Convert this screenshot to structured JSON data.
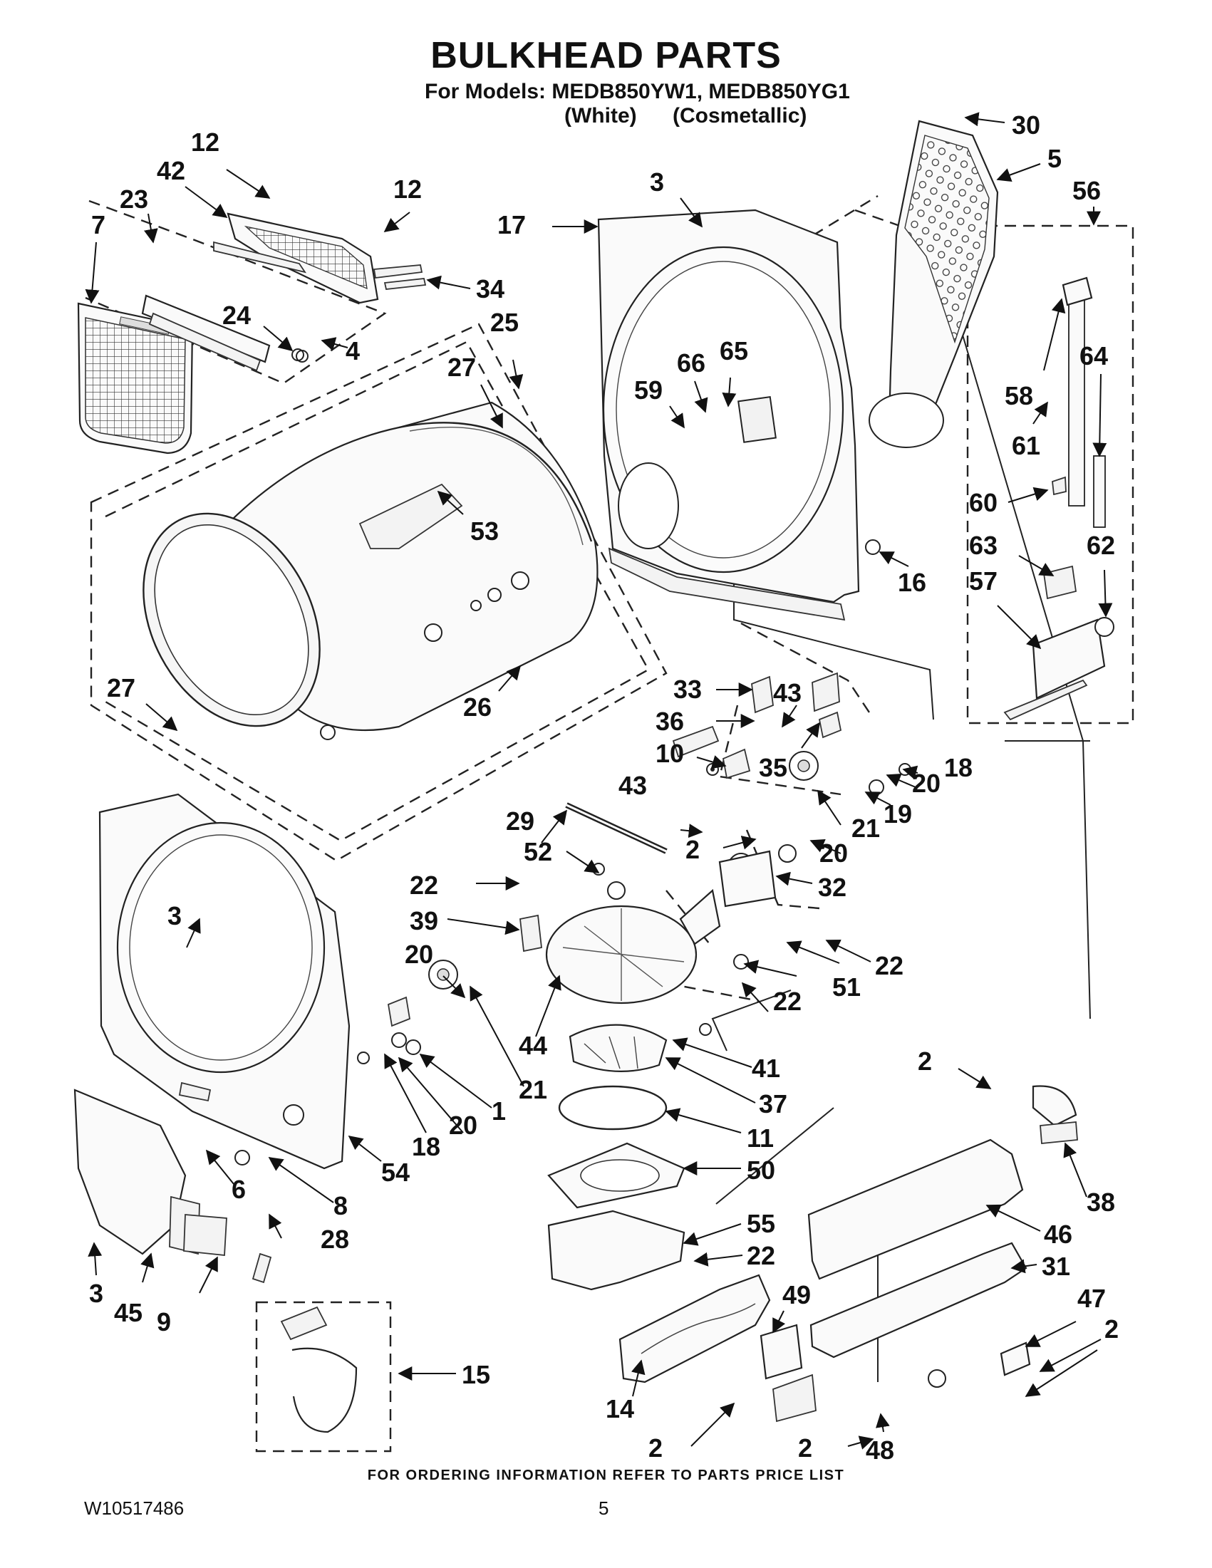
{
  "header": {
    "title": "BULKHEAD PARTS",
    "models_line": "For Models: MEDB850YW1, MEDB850YG1",
    "variant_white": "(White)",
    "variant_cosmetallic": "(Cosmetallic)"
  },
  "footer": {
    "ordering_note": "FOR ORDERING INFORMATION REFER TO PARTS PRICE LIST",
    "doc_number": "W10517486",
    "page_number": "5"
  },
  "callouts": [
    {
      "id": "c12a",
      "text": "12"
    },
    {
      "id": "c42",
      "text": "42"
    },
    {
      "id": "c23",
      "text": "23"
    },
    {
      "id": "c12b",
      "text": "12"
    },
    {
      "id": "c7",
      "text": "7"
    },
    {
      "id": "c34",
      "text": "34"
    },
    {
      "id": "c24",
      "text": "24"
    },
    {
      "id": "c4",
      "text": "4"
    },
    {
      "id": "c25",
      "text": "25"
    },
    {
      "id": "c27a",
      "text": "27"
    },
    {
      "id": "c3a",
      "text": "3"
    },
    {
      "id": "c17",
      "text": "17"
    },
    {
      "id": "c30",
      "text": "30"
    },
    {
      "id": "c5",
      "text": "5"
    },
    {
      "id": "c56",
      "text": "56"
    },
    {
      "id": "c66",
      "text": "66"
    },
    {
      "id": "c65",
      "text": "65"
    },
    {
      "id": "c59",
      "text": "59"
    },
    {
      "id": "c58",
      "text": "58"
    },
    {
      "id": "c64",
      "text": "64"
    },
    {
      "id": "c61",
      "text": "61"
    },
    {
      "id": "c60",
      "text": "60"
    },
    {
      "id": "c53",
      "text": "53"
    },
    {
      "id": "c63",
      "text": "63"
    },
    {
      "id": "c62",
      "text": "62"
    },
    {
      "id": "c16",
      "text": "16"
    },
    {
      "id": "c57",
      "text": "57"
    },
    {
      "id": "c27b",
      "text": "27"
    },
    {
      "id": "c26",
      "text": "26"
    },
    {
      "id": "c33",
      "text": "33"
    },
    {
      "id": "c43a",
      "text": "43"
    },
    {
      "id": "c36",
      "text": "36"
    },
    {
      "id": "c10",
      "text": "10"
    },
    {
      "id": "c35",
      "text": "35"
    },
    {
      "id": "c18a",
      "text": "18"
    },
    {
      "id": "c43b",
      "text": "43"
    },
    {
      "id": "c20a",
      "text": "20"
    },
    {
      "id": "c19",
      "text": "19"
    },
    {
      "id": "c29",
      "text": "29"
    },
    {
      "id": "c21a",
      "text": "21"
    },
    {
      "id": "c20b",
      "text": "20"
    },
    {
      "id": "c52",
      "text": "52"
    },
    {
      "id": "c2a",
      "text": "2"
    },
    {
      "id": "c32",
      "text": "32"
    },
    {
      "id": "c22a",
      "text": "22"
    },
    {
      "id": "c3b",
      "text": "3"
    },
    {
      "id": "c39",
      "text": "39"
    },
    {
      "id": "c22b",
      "text": "22"
    },
    {
      "id": "c51",
      "text": "51"
    },
    {
      "id": "c20c",
      "text": "20"
    },
    {
      "id": "c22c",
      "text": "22"
    },
    {
      "id": "c44",
      "text": "44"
    },
    {
      "id": "c41",
      "text": "41"
    },
    {
      "id": "c21b",
      "text": "21"
    },
    {
      "id": "c37",
      "text": "37"
    },
    {
      "id": "c2b",
      "text": "2"
    },
    {
      "id": "c1",
      "text": "1"
    },
    {
      "id": "c38",
      "text": "38"
    },
    {
      "id": "c18b",
      "text": "18"
    },
    {
      "id": "c20d",
      "text": "20"
    },
    {
      "id": "c11",
      "text": "11"
    },
    {
      "id": "c54",
      "text": "54"
    },
    {
      "id": "c6",
      "text": "6"
    },
    {
      "id": "c50",
      "text": "50"
    },
    {
      "id": "c46",
      "text": "46"
    },
    {
      "id": "c8",
      "text": "8"
    },
    {
      "id": "c55",
      "text": "55"
    },
    {
      "id": "c31",
      "text": "31"
    },
    {
      "id": "c28",
      "text": "28"
    },
    {
      "id": "c22d",
      "text": "22"
    },
    {
      "id": "c49",
      "text": "49"
    },
    {
      "id": "c47",
      "text": "47"
    },
    {
      "id": "c3c",
      "text": "3"
    },
    {
      "id": "c45",
      "text": "45"
    },
    {
      "id": "c9",
      "text": "9"
    },
    {
      "id": "c2c",
      "text": "2"
    },
    {
      "id": "c15",
      "text": "15"
    },
    {
      "id": "c14",
      "text": "14"
    },
    {
      "id": "c2d",
      "text": "2"
    },
    {
      "id": "c2e",
      "text": "2"
    },
    {
      "id": "c48",
      "text": "48"
    }
  ]
}
